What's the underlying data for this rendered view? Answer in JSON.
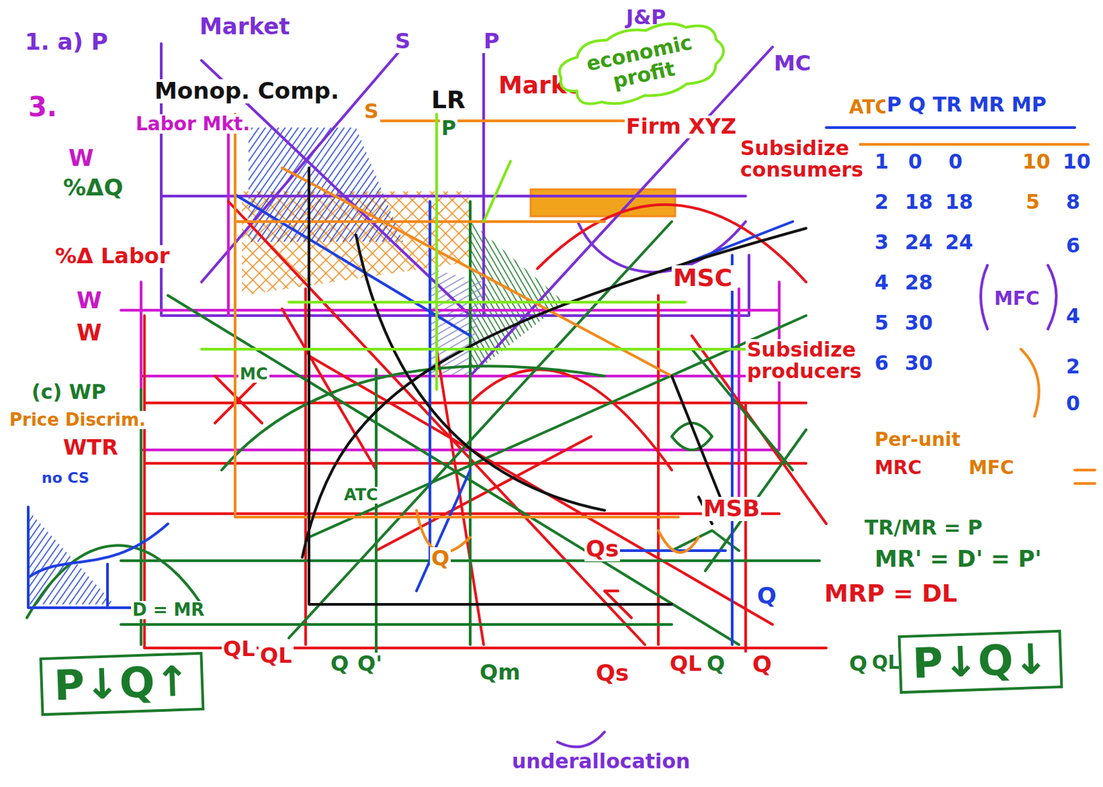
{
  "diagram": {
    "nodes": [
      {
        "text": [
          "P↓Q↑"
        ]
      },
      {
        "text": [
          "P↓Q↓"
        ]
      },
      {
        "text": [
          "economic profit"
        ]
      }
    ],
    "labels": [
      "1. a) P",
      "Market",
      "S",
      "P",
      "J&P",
      "MC",
      "3.",
      "Monop. Comp.",
      "LR",
      "Market",
      "Labor Mkt.",
      "Firm XYZ",
      "ATC",
      "P Q TR MR MP",
      "W",
      "%ΔQ",
      "%Δ Labor",
      "W",
      "W",
      "(c) WP",
      "Price Discrim.",
      "WTR",
      "no CS",
      "MSC",
      "MSB",
      "Subsidize consumers",
      "Subsidize producers",
      "1",
      "0",
      "0",
      "10",
      "10",
      "2",
      "18",
      "18",
      "5",
      "8",
      "3",
      "24",
      "24",
      "6",
      "4",
      "28",
      "4",
      "5",
      "30",
      "2",
      "6",
      "30",
      "0",
      "MFC",
      "Per-unit",
      "MRC",
      "MFC",
      "TR/MR = P",
      "MR' = D' = P'",
      "MRP = DL",
      "QL",
      "QL",
      "Q",
      "Q'",
      "Qm",
      "Qs",
      "QL",
      "Q",
      "Q",
      "Q",
      "QL",
      "underallocation",
      "Qs",
      "Q",
      "Q",
      "D = MR",
      "MC",
      "ATC",
      "P",
      "S"
    ]
  }
}
